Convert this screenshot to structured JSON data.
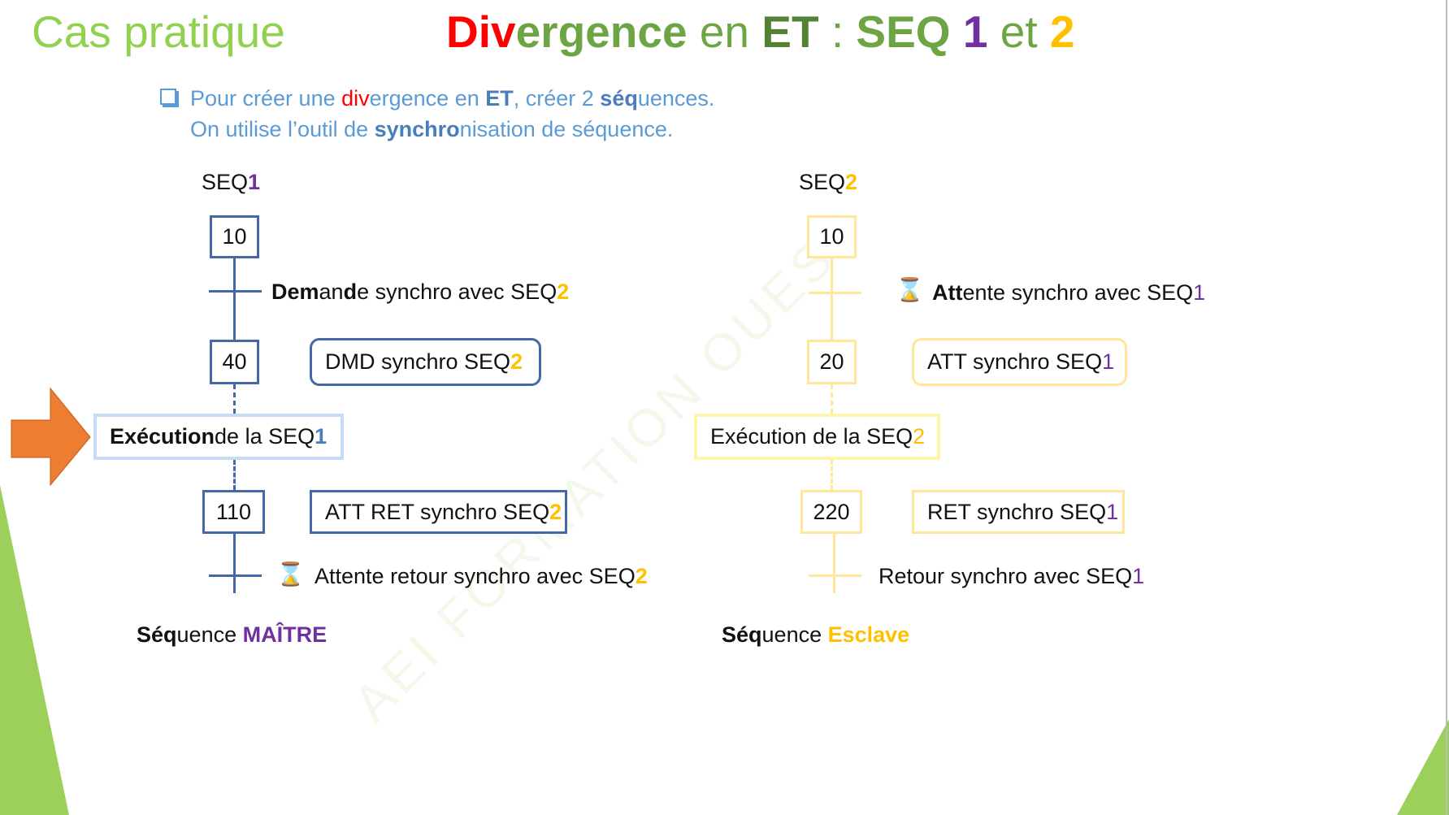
{
  "header": {
    "section": "Cas pratique",
    "title": {
      "p1": "Div",
      "p2": "ergence",
      "p3": " en ",
      "p4": "ET",
      "p5": " : ",
      "p6": "SEQ",
      "p7": " 1",
      "p8": " et ",
      "p9": "2"
    }
  },
  "intro": {
    "line1": {
      "a": "Pour créer une ",
      "b": "div",
      "c": "ergence en ",
      "d": "ET",
      "e": ", créer 2 ",
      "f": "séq",
      "g": "uences."
    },
    "line2": {
      "a": "On utilise l’outil de ",
      "b": "synchro",
      "c": "nisation de séquence."
    }
  },
  "seq1": {
    "label": "SEQ",
    "label_num": "1",
    "steps": [
      "10",
      "40",
      "110"
    ],
    "transition1": {
      "a": "Dem",
      "b": "an",
      "c": "d",
      "d": "e synchro avec SEQ",
      "e": "2"
    },
    "action40": {
      "a": "DMD synchro SEQ",
      "b": "2"
    },
    "execution": {
      "a": "Exécution",
      "b": " de la SEQ",
      "c": "1"
    },
    "action110": {
      "a": "ATT RET synchro SEQ",
      "b": "2"
    },
    "transition2": {
      "a": "Attente retour synchro avec SEQ",
      "b": "2"
    },
    "footer": {
      "a": "Séq",
      "b": "uence ",
      "c": "MAÎTRE"
    }
  },
  "seq2": {
    "label": "SEQ",
    "label_num": "2",
    "steps": [
      "10",
      "20",
      "220"
    ],
    "transition1": {
      "a": "Att",
      "b": "ente synchro avec SEQ",
      "c": "1"
    },
    "action20": {
      "a": "ATT synchro SEQ",
      "b": "1"
    },
    "execution": {
      "a": "Exécution de la SEQ",
      "b": "2"
    },
    "action220": {
      "a": "RET synchro SEQ",
      "b": "1"
    },
    "transition2": {
      "a": "Retour synchro avec SEQ",
      "b": "1"
    },
    "footer": {
      "a": "Séq",
      "b": "uence ",
      "c": "Esclave"
    }
  },
  "watermark": "AEI FORMATION OUEST",
  "colors": {
    "seq1": "#4468A8",
    "seq2": "#FFE699",
    "accent_green": "#92D050",
    "arrow": "#ED7D31",
    "purple": "#7030A0",
    "yellow": "#FFC000",
    "red": "#FF0000"
  },
  "icons": {
    "bullet": "checkbox-bullet-icon",
    "wait": "hourglass-icon",
    "pointer": "orange-arrow-icon"
  }
}
